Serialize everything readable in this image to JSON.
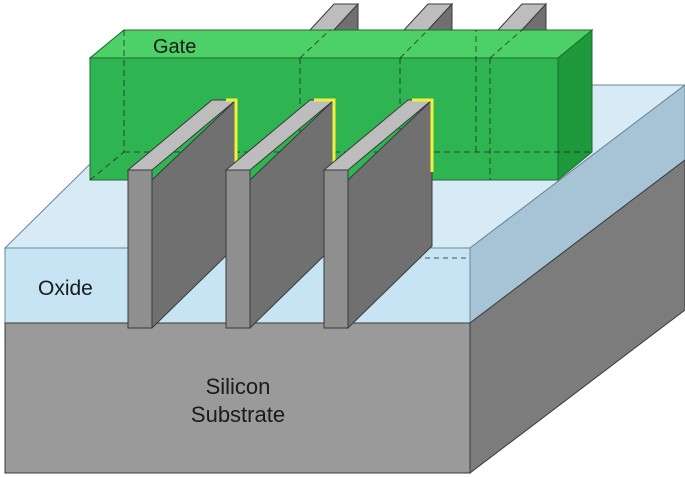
{
  "labels": {
    "gate": "Gate",
    "oxide": "Oxide",
    "substrate_line1": "Silicon",
    "substrate_line2": "Substrate"
  },
  "colors": {
    "gate_front": "#2eb552",
    "gate_top": "#4dd067",
    "gate_side": "#1e9a3c",
    "oxide_front": "#c6e4f3",
    "oxide_top": "#d6ebf6",
    "oxide_side": "#a7c4d6",
    "substrate_front": "#9a9a9b",
    "substrate_side": "#7c7c7d",
    "fin_front": "#8f8f90",
    "fin_side": "#707071",
    "fin_top": "#bdbdbd",
    "channel": "#f1f13a",
    "outline": "#3a3a3a"
  },
  "fin_count": 3
}
